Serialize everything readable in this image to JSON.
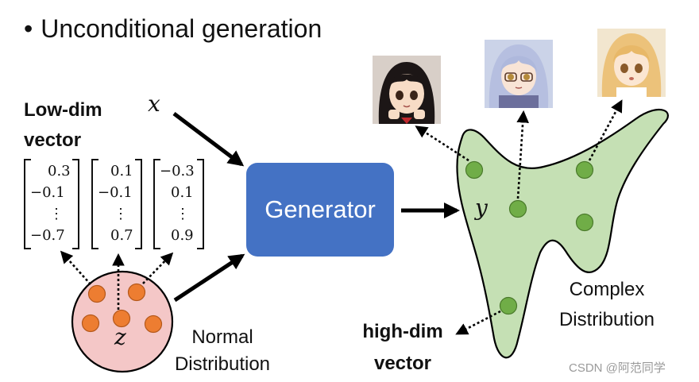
{
  "title": "Unconditional generation",
  "bullet": "•",
  "low_dim_label": [
    "Low-dim",
    "vector"
  ],
  "x_symbol": "x",
  "z_symbol": "z",
  "y_symbol": "y",
  "vectors": [
    [
      "0.3",
      "−0.1",
      "⋮",
      "−0.7"
    ],
    [
      "0.1",
      "−0.1",
      "⋮",
      "0.7"
    ],
    [
      "−0.3",
      "0.1",
      "⋮",
      "0.9"
    ]
  ],
  "generator_label": "Generator",
  "normal_label": [
    "Normal",
    "Distribution"
  ],
  "complex_label": [
    "Complex",
    "Distribution"
  ],
  "high_dim_label": [
    "high-dim",
    "vector"
  ],
  "watermark": "CSDN @阿范同学",
  "colors": {
    "generator": "#4472c4",
    "normal_fill": "#f4c7c7",
    "normal_dot": "#ed7d31",
    "complex_fill": "#c5e0b4",
    "complex_dot": "#70ad47"
  }
}
